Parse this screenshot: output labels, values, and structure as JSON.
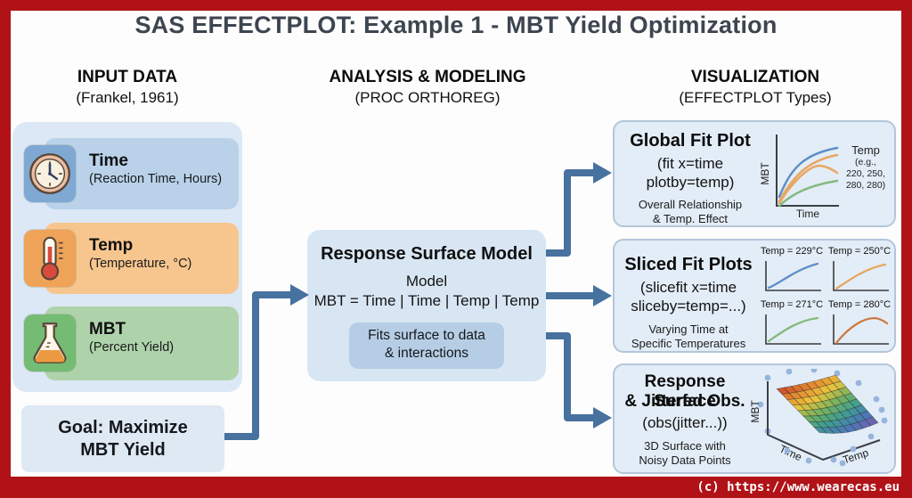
{
  "title": "SAS EFFECTPLOT: Example 1 - MBT Yield Optimization",
  "footer": {
    "copyright": "(c) https://www.wearecas.eu"
  },
  "colors": {
    "frame_red": "#b01217",
    "arrow_blue": "#47719f"
  },
  "columns": {
    "input": {
      "title": "INPUT DATA",
      "subtitle": "(Frankel, 1961)"
    },
    "analysis": {
      "title": "ANALYSIS & MODELING",
      "subtitle": "(PROC ORTHOREG)"
    },
    "visualization": {
      "title": "VISUALIZATION",
      "subtitle": "(EFFECTPLOT Types)"
    }
  },
  "input_panel": {
    "items": [
      {
        "name": "Time",
        "desc": "(Reaction Time, Hours)",
        "icon": "clock-icon",
        "row_color": "#b9d2ea",
        "tile_color": "#7fa9d3"
      },
      {
        "name": "Temp",
        "desc": "(Temperature, °C)",
        "icon": "thermometer-icon",
        "row_color": "#f7c68f",
        "tile_color": "#efa359"
      },
      {
        "name": "MBT",
        "desc": "(Percent Yield)",
        "icon": "flask-icon",
        "row_color": "#aed3ab",
        "tile_color": "#74bb74"
      }
    ],
    "goal_line1": "Goal: Maximize",
    "goal_line2": "MBT Yield"
  },
  "model_box": {
    "title": "Response Surface Model",
    "subtitle": "Model",
    "equation": "MBT = Time | Time | Temp | Temp",
    "note_line1": "Fits surface to data",
    "note_line2": "& interactions"
  },
  "viz": {
    "global_fit": {
      "title": "Global Fit Plot",
      "code1": "(fit x=time",
      "code2": "plotby=temp)",
      "cap1": "Overall Relationship",
      "cap2": "& Temp. Effect",
      "ylabel": "MBT",
      "xlabel": "Time",
      "legend1": "Temp",
      "legend2": "(e.g.,",
      "legend3": "220, 250,",
      "legend4": "280, 280)",
      "colors": {
        "blue": "#5f8ec7",
        "orange": "#e7a763",
        "green": "#83b980"
      }
    },
    "sliced": {
      "title": "Sliced Fit Plots",
      "code1": "(slicefit x=time",
      "code2": "sliceby=temp=...)",
      "cap1": "Varying Time at",
      "cap2": "Specific Temperatures",
      "panels": [
        {
          "label": "Temp = 229°C",
          "color": "#5f8ec7"
        },
        {
          "label": "Temp = 250°C",
          "color": "#e7a763"
        },
        {
          "label": "Temp = 271°C",
          "color": "#83b980"
        },
        {
          "label": "Temp = 280°C",
          "color": "#cd7a41"
        }
      ]
    },
    "surface": {
      "title1": "Response Surface",
      "title2": "& Jittered Obs.",
      "code": "(obs(jitter...))",
      "cap1": "3D Surface with",
      "cap2": "Noisy Data Points",
      "zlabel": "MBT",
      "xlabel": "Time",
      "ylabel": "Temp"
    }
  },
  "chart_data": [
    {
      "type": "line",
      "title": "Global Fit Plot",
      "xlabel": "Time",
      "ylabel": "MBT",
      "legend_position": "right",
      "legend_title": "Temp (e.g., 220, 250, 280, 280)",
      "axis_values_shown": false,
      "series": [
        {
          "name": "Temp level (blue)",
          "values_normalized": [
            0.12,
            0.45,
            0.68,
            0.82,
            0.88
          ]
        },
        {
          "name": "Temp level (orange rising)",
          "values_normalized": [
            0.08,
            0.38,
            0.58,
            0.72,
            0.78
          ]
        },
        {
          "name": "Temp level (orange peaking)",
          "values_normalized": [
            0.06,
            0.4,
            0.6,
            0.62,
            0.52
          ]
        },
        {
          "name": "Temp level (green)",
          "values_normalized": [
            0.04,
            0.18,
            0.3,
            0.36,
            0.38
          ]
        }
      ]
    },
    {
      "type": "line",
      "title": "Sliced Fit Plots",
      "axis_values_shown": false,
      "panels": [
        {
          "label": "Temp = 229°C",
          "values_normalized": [
            0.1,
            0.35,
            0.65,
            0.85
          ]
        },
        {
          "label": "Temp = 250°C",
          "values_normalized": [
            0.1,
            0.4,
            0.7,
            0.85
          ]
        },
        {
          "label": "Temp = 271°C",
          "values_normalized": [
            0.12,
            0.42,
            0.72,
            0.85
          ]
        },
        {
          "label": "Temp = 280°C",
          "values_normalized": [
            0.1,
            0.6,
            0.85,
            0.75
          ]
        }
      ]
    },
    {
      "type": "surface",
      "title": "Response Surface & Jittered Obs.",
      "axes": {
        "x": "Time",
        "y": "Temp",
        "z": "MBT"
      },
      "description": "Rainbow-colored 3D response surface mesh with jittered blue observation points"
    }
  ]
}
